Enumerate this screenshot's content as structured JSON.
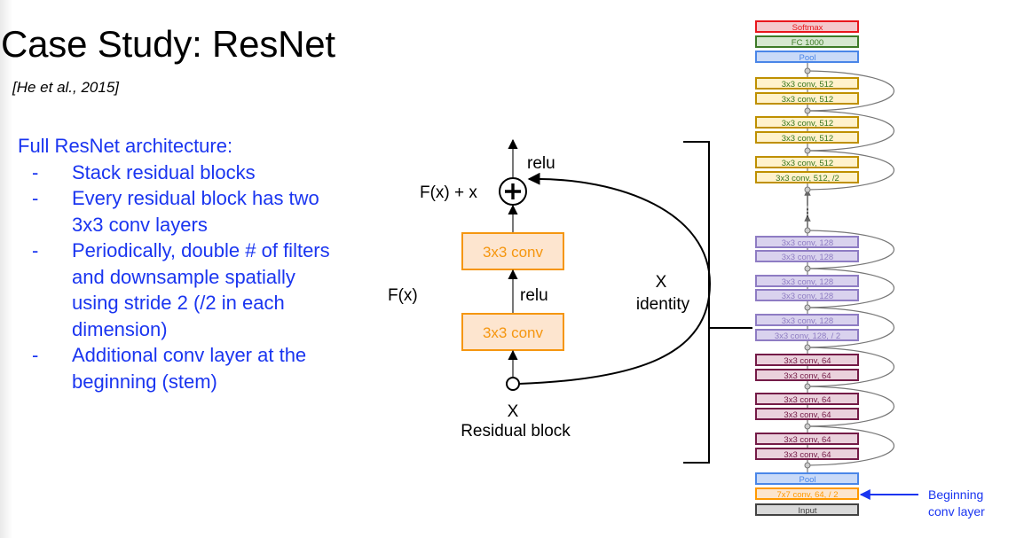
{
  "slide": {
    "title": "Case Study: ResNet",
    "citation": "[He et al., 2015]",
    "heading": "Full ResNet architecture:",
    "bullet_marker": "-",
    "bullets": [
      "Stack residual blocks",
      "Every residual block has two 3x3 conv layers",
      "Periodically, double # of filters and downsample spatially using stride 2 (/2 in each dimension)",
      "Additional conv layer at the beginning (stem)"
    ]
  },
  "residual_block": {
    "caption": "Residual block",
    "input_label": "X",
    "sum_label": "F(x) + x",
    "fx_label": "F(x)",
    "top_relu": "relu",
    "mid_relu": "relu",
    "conv_top": "3x3 conv",
    "conv_bottom": "3x3 conv",
    "identity_x": "X",
    "identity_label": "identity"
  },
  "architecture": {
    "layers_top_to_bottom": [
      {
        "label": "Softmax",
        "kind": "softmax"
      },
      {
        "label": "FC 1000",
        "kind": "fc"
      },
      {
        "label": "Pool",
        "kind": "pool"
      },
      {
        "label": "3x3 conv, 512",
        "kind": "c512"
      },
      {
        "label": "3x3 conv, 512",
        "kind": "c512"
      },
      {
        "label": "3x3 conv, 512",
        "kind": "c512"
      },
      {
        "label": "3x3 conv, 512",
        "kind": "c512"
      },
      {
        "label": "3x3 conv, 512",
        "kind": "c512"
      },
      {
        "label": "3x3 conv, 512, /2",
        "kind": "c512"
      },
      {
        "label": "3x3 conv, 128",
        "kind": "c128"
      },
      {
        "label": "3x3 conv, 128",
        "kind": "c128"
      },
      {
        "label": "3x3 conv, 128",
        "kind": "c128"
      },
      {
        "label": "3x3 conv, 128",
        "kind": "c128"
      },
      {
        "label": "3x3 conv, 128",
        "kind": "c128"
      },
      {
        "label": "3x3 conv, 128, / 2",
        "kind": "c128"
      },
      {
        "label": "3x3 conv, 64",
        "kind": "c64"
      },
      {
        "label": "3x3 conv, 64",
        "kind": "c64"
      },
      {
        "label": "3x3 conv, 64",
        "kind": "c64"
      },
      {
        "label": "3x3 conv, 64",
        "kind": "c64"
      },
      {
        "label": "3x3 conv, 64",
        "kind": "c64"
      },
      {
        "label": "3x3 conv, 64",
        "kind": "c64"
      },
      {
        "label": "Pool",
        "kind": "pool"
      },
      {
        "label": "7x7 conv, 64, / 2",
        "kind": "stem"
      },
      {
        "label": "Input",
        "kind": "input"
      }
    ],
    "ellipsis": "⋮",
    "annotation": [
      "Beginning",
      "conv layer"
    ]
  },
  "colors": {
    "bullet_text": "#1a35f0",
    "conv_orange": "#f5960f",
    "conv_orange_fill": "#fde5cf",
    "softmax": {
      "stroke": "#e8161c",
      "fill": "#f4c8cc",
      "text": "#e8161c"
    },
    "fc": {
      "stroke": "#3d7a27",
      "fill": "#d6e8d0",
      "text": "#3d7a27"
    },
    "pool": {
      "stroke": "#4a86e8",
      "fill": "#c9daf8",
      "text": "#4a86e8"
    },
    "c512": {
      "stroke": "#bf9000",
      "fill": "#fff2cc",
      "text": "#38761d"
    },
    "c128": {
      "stroke": "#8e7cc3",
      "fill": "#d9d2ee",
      "text": "#8e7cc3"
    },
    "c64": {
      "stroke": "#741b47",
      "fill": "#ead1dc",
      "text": "#741b47"
    },
    "stem": {
      "stroke": "#ff9900",
      "fill": "#fce5cd",
      "text": "#ff9900"
    },
    "input": {
      "stroke": "#434343",
      "fill": "#d9d9d9",
      "text": "#434343"
    },
    "annotation": "#1a35f0"
  }
}
